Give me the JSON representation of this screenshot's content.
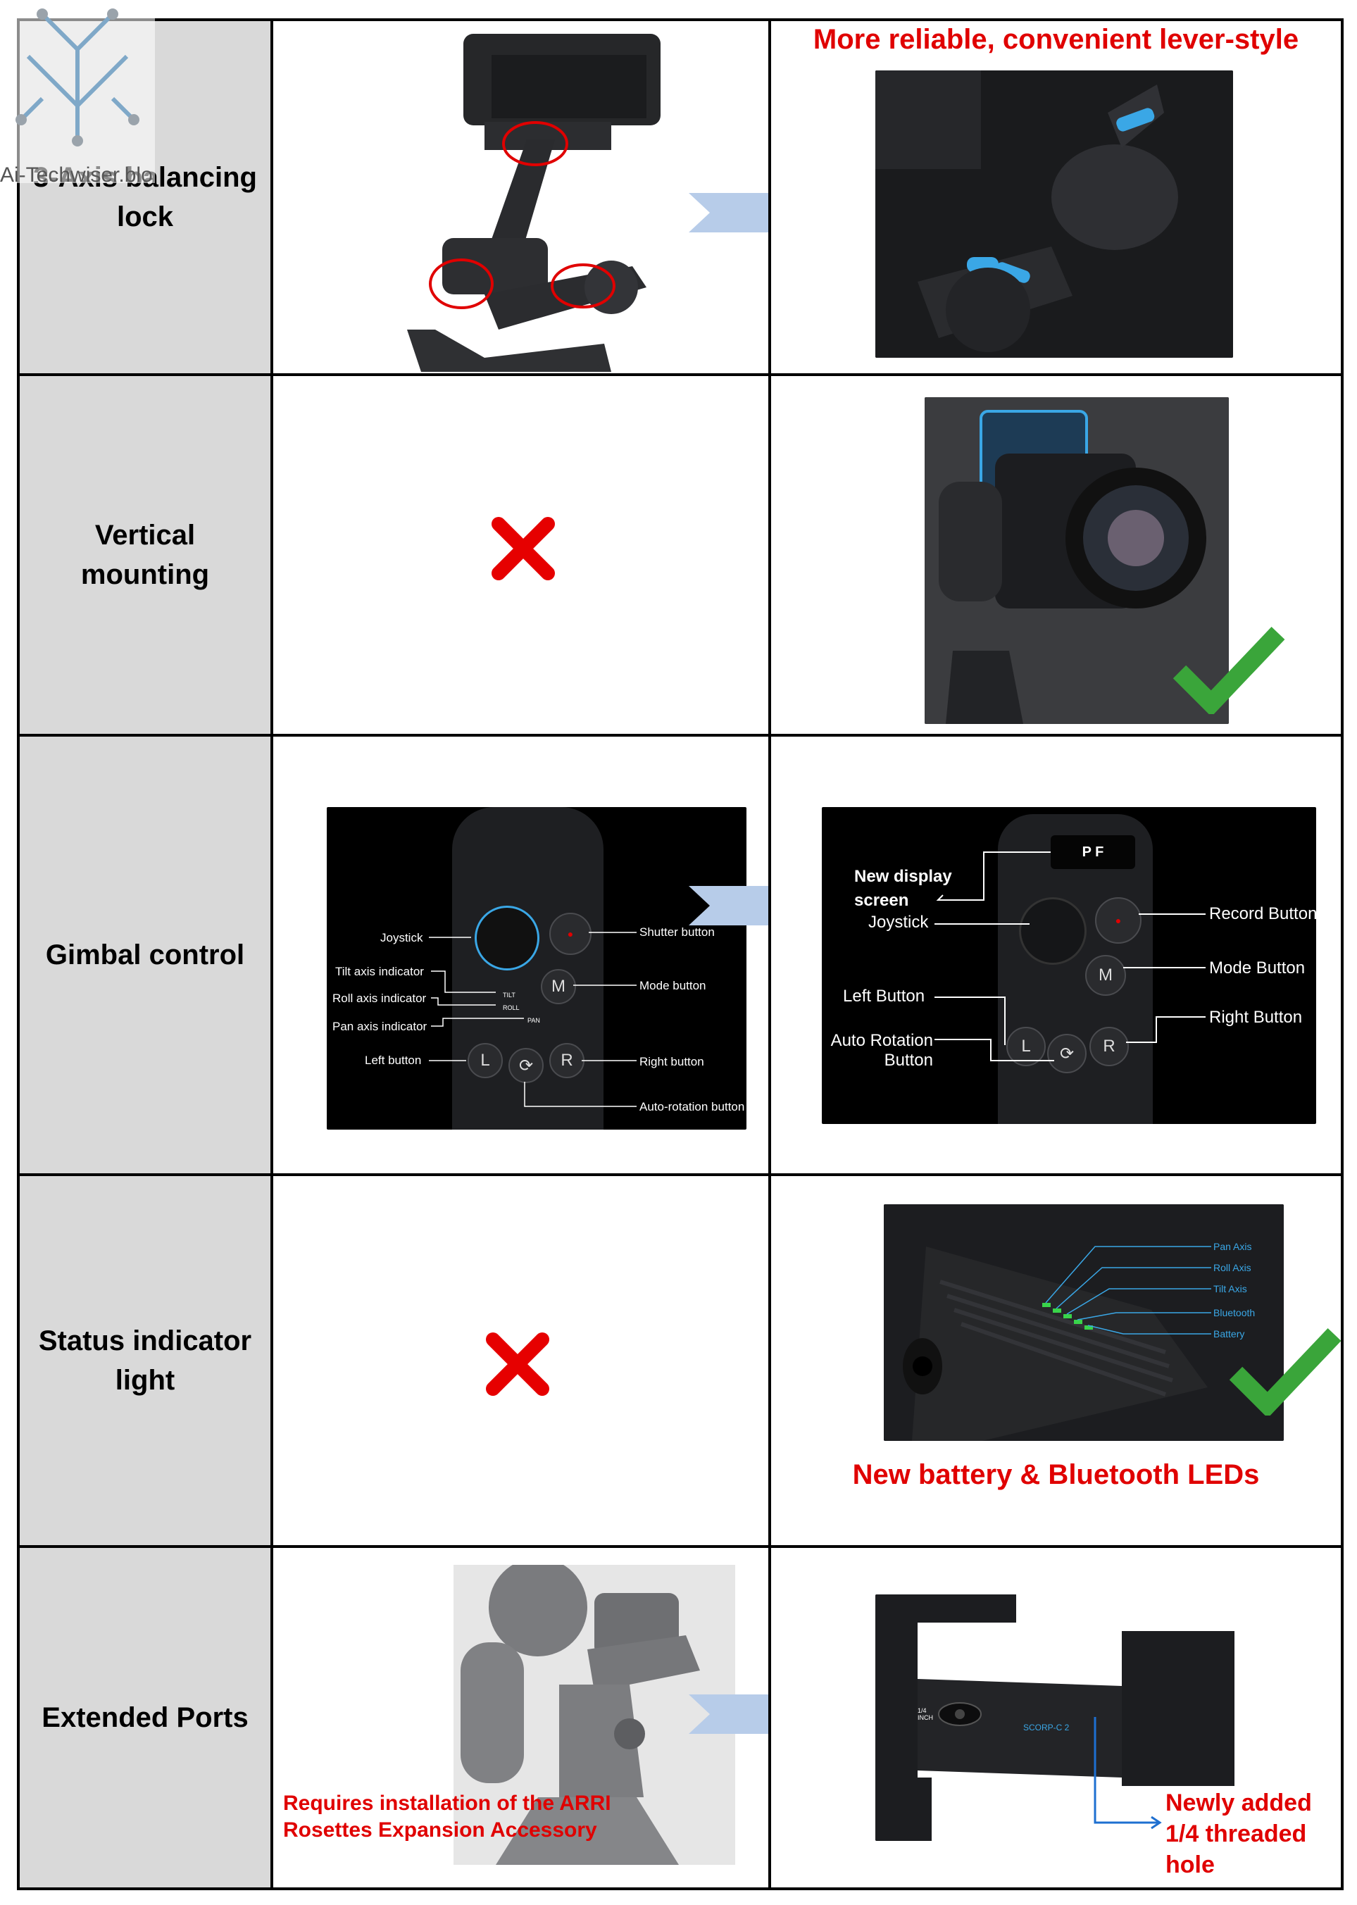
{
  "watermark": {
    "text": "Ai-Techwiser.blo"
  },
  "rows": [
    {
      "feature": "3-Axis balancing lock",
      "right_title": "More reliable, convenient lever-style"
    },
    {
      "feature": "Vertical mounting"
    },
    {
      "feature": "Gimbal control",
      "old_labels": {
        "joystick": "Joystick",
        "tilt": "Tilt axis indicator",
        "roll": "Roll axis indicator",
        "pan": "Pan axis indicator",
        "left": "Left button",
        "shutter": "Shutter button",
        "mode": "Mode button",
        "right": "Right button",
        "auto": "Auto-rotation button",
        "btn_m": "M",
        "btn_l": "L",
        "btn_r": "R",
        "tiny_tilt": "TILT",
        "tiny_roll": "ROLL",
        "tiny_pan": "PAN"
      },
      "new_labels": {
        "display": "New display screen",
        "joystick": "Joystick",
        "left": "Left Button",
        "auto": "Auto Rotation Button",
        "record": "Record Button",
        "mode": "Mode Button",
        "right": "Right Button",
        "btn_m": "M",
        "btn_l": "L",
        "btn_r": "R",
        "screen_text": "P F"
      }
    },
    {
      "feature": "Status indicator light",
      "led_labels": [
        "Pan Axis",
        "Roll Axis",
        "Tilt Axis",
        "Bluetooth",
        "Battery"
      ],
      "bottom_title": "New battery & Bluetooth LEDs"
    },
    {
      "feature": "Extended Ports",
      "left_note": "Requires installation of the ARRI Rosettes Expansion Accessory",
      "right_note": "Newly added 1/4 threaded hole",
      "port_text": "1/4 INCH",
      "brand": "SCORP-C 2"
    }
  ],
  "colors": {
    "accent_red": "#e00000",
    "arrow_blue": "#b7cce9",
    "check_green": "#3aa53a",
    "lever_blue": "#3aa7e6"
  }
}
